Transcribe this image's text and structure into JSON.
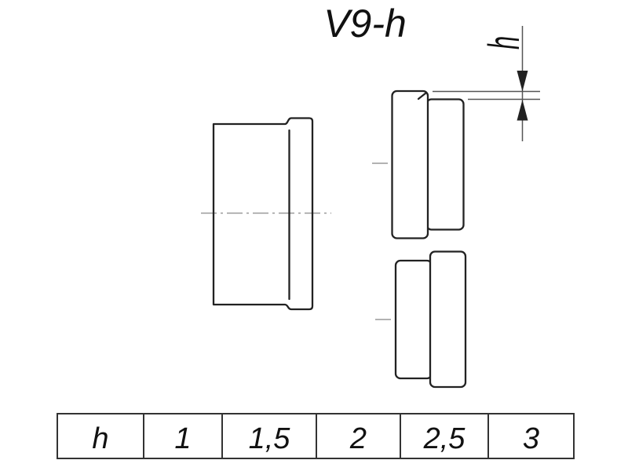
{
  "title": "V9-h",
  "dimension": {
    "label": "h"
  },
  "table": {
    "cells": [
      "h",
      "1",
      "1,5",
      "2",
      "2,5",
      "3"
    ]
  },
  "colors": {
    "background": "#ffffff",
    "text": "#111111",
    "outline": "#222222",
    "dim": "#555555",
    "centerline": "#999999",
    "table-border": "#333333"
  }
}
